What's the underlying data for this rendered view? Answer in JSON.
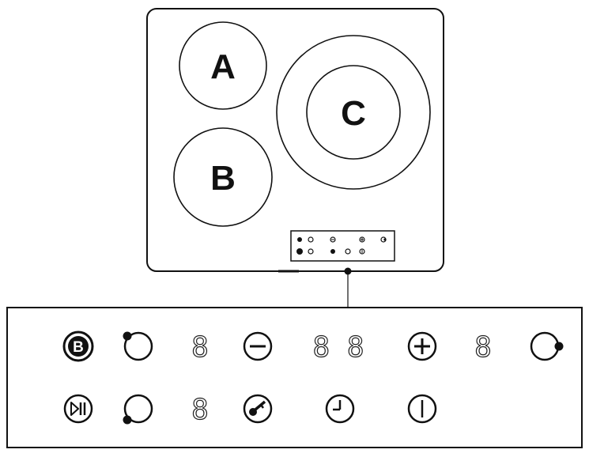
{
  "zones": {
    "a": {
      "label": "A"
    },
    "b": {
      "label": "B"
    },
    "c": {
      "label": "C"
    }
  },
  "displays": {
    "zone_top": "8",
    "timer": "8 8",
    "power": "8",
    "zone_bottom": "8"
  },
  "icons": {
    "row1": [
      "booster-b-icon",
      "zone-select-top-left-icon",
      "minus-icon",
      "plus-icon",
      "zone-select-right-icon"
    ],
    "row2": [
      "play-pause-icon",
      "zone-select-bottom-left-icon",
      "child-lock-key-icon",
      "timer-clock-icon",
      "power-icon"
    ]
  },
  "colors": {
    "stroke": "#111111",
    "background": "#ffffff"
  }
}
